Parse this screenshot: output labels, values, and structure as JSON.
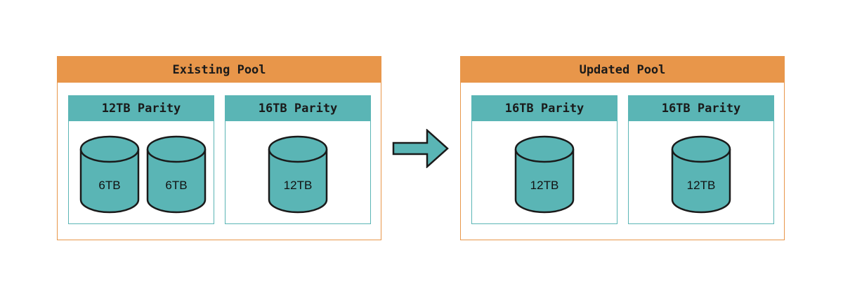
{
  "colors": {
    "pool_accent": "#e8964a",
    "drive_accent": "#5ab5b5",
    "outline": "#1a1a1a"
  },
  "pools": [
    {
      "title": "Existing Pool",
      "groups": [
        {
          "title": "12TB Parity",
          "drives": [
            "6TB",
            "6TB"
          ]
        },
        {
          "title": "16TB Parity",
          "drives": [
            "12TB"
          ]
        }
      ]
    },
    {
      "title": "Updated Pool",
      "groups": [
        {
          "title": "16TB Parity",
          "drives": [
            "12TB"
          ]
        },
        {
          "title": "16TB Parity",
          "drives": [
            "12TB"
          ]
        }
      ]
    }
  ]
}
